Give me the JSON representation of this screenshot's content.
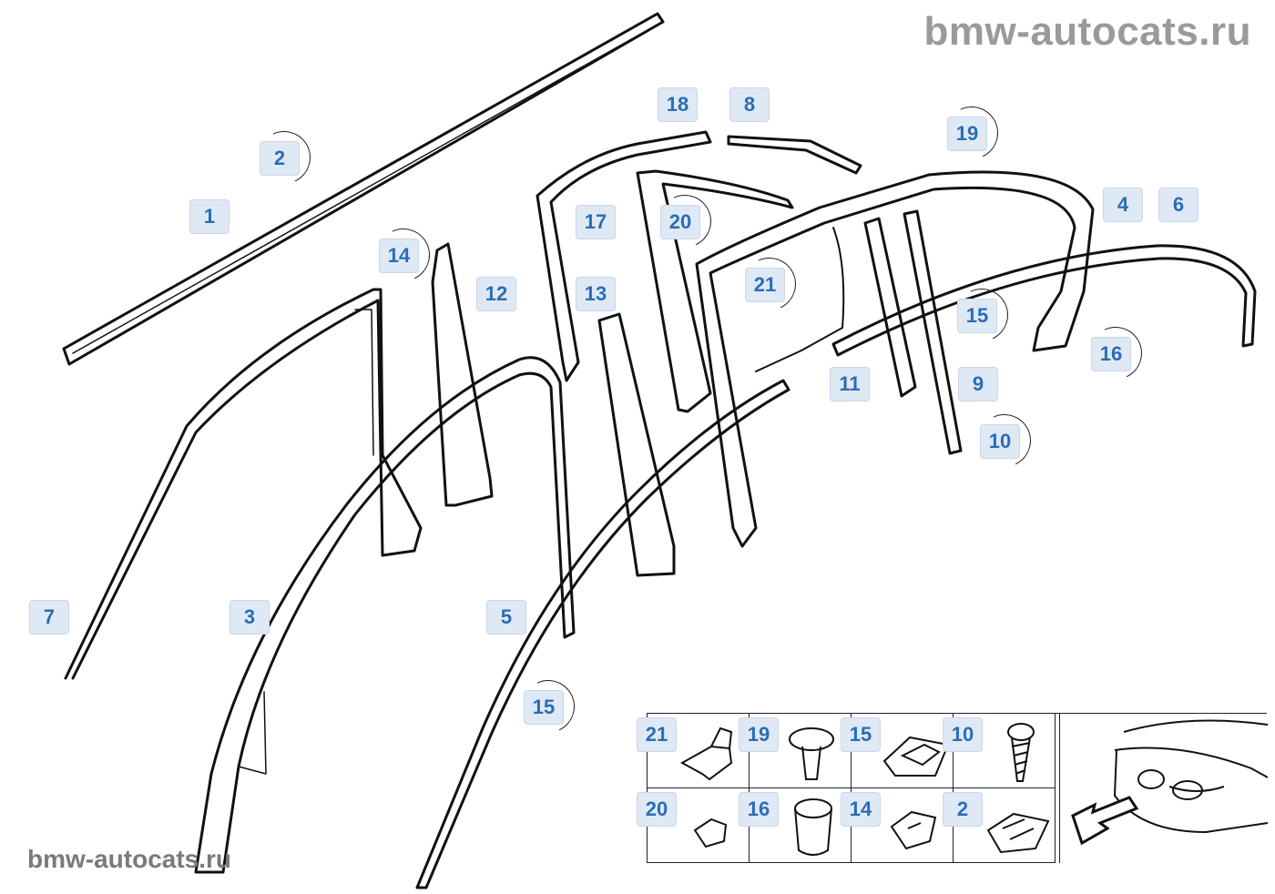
{
  "watermark": {
    "top": "bmw-autocats.ru",
    "bottom": "bmw-autocats.ru"
  },
  "callouts": [
    "2",
    "1",
    "14",
    "12",
    "18",
    "8",
    "19",
    "17",
    "20",
    "21",
    "13",
    "4",
    "6",
    "15",
    "16",
    "11",
    "9",
    "10",
    "7",
    "3",
    "5",
    "15"
  ],
  "inset": {
    "cells": [
      "21",
      "19",
      "15",
      "10",
      "20",
      "16",
      "14",
      "2"
    ]
  },
  "icons": {
    "direction_arrow": "arrow-icon",
    "car": "car-icon"
  }
}
